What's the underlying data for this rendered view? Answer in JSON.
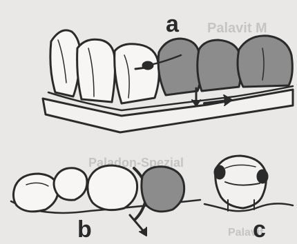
{
  "figure": {
    "labels": {
      "a": "a",
      "b": "b",
      "c": "c"
    },
    "bleed_through_text": [
      "Palavit M",
      "Paladon-Spezial",
      "Palavit"
    ]
  },
  "colors": {
    "paper": "#e9e8e6",
    "ink": "#2a2a2a",
    "shaded_tooth": "#8c8c8c",
    "ghost_text": "#b9b9b9"
  }
}
